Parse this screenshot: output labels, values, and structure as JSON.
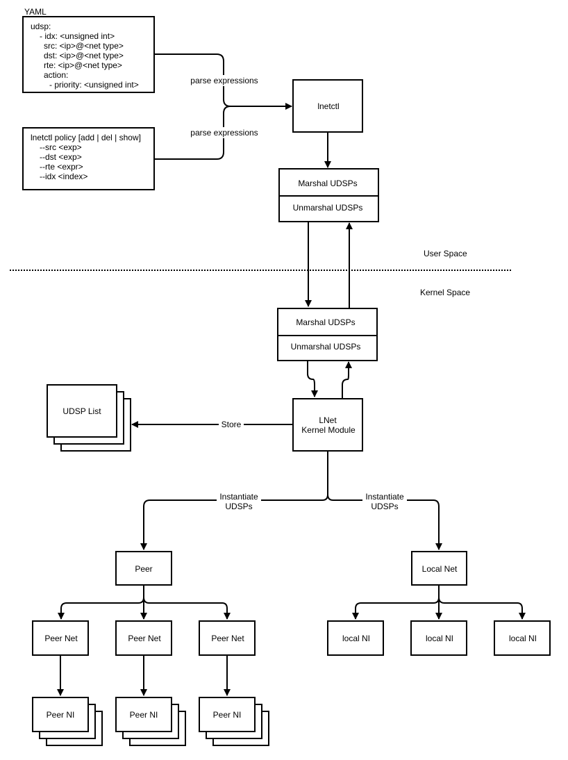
{
  "yaml": {
    "title": "YAML",
    "lines": [
      "udsp:",
      "- idx: <unsigned int>",
      "src: <ip>@<net type>",
      "dst: <ip>@<net type>",
      "rte: <ip>@<net type>",
      "action:",
      "- priority: <unsigned int>"
    ]
  },
  "cli": {
    "lines": [
      "lnetctl policy [add | del | show]",
      "--src <exp>",
      "--dst <exp>",
      "--rte <expr>",
      "--idx <index>"
    ]
  },
  "edge_labels": {
    "parse_top": "parse expressions",
    "parse_bottom": "parse expressions",
    "store": "Store",
    "instantiate_left": [
      "Instantiate",
      "UDSPs"
    ],
    "instantiate_right": [
      "Instantiate",
      "UDSPs"
    ]
  },
  "nodes": {
    "lnetctl": "lnetctl",
    "user_marshal": "Marshal UDSPs",
    "user_unmarshal": "Unmarshal UDSPs",
    "kernel_marshal": "Marshal UDSPs",
    "kernel_unmarshal": "Unmarshal UDSPs",
    "lnet_module": [
      "LNet",
      "Kernel Module"
    ],
    "udsp_list": "UDSP List",
    "peer": "Peer",
    "local_net": "Local Net",
    "peer_nets": [
      "Peer Net",
      "Peer Net",
      "Peer Net"
    ],
    "local_nis": [
      "local NI",
      "local NI",
      "local NI"
    ],
    "peer_nis": [
      "Peer NI",
      "Peer NI",
      "Peer NI"
    ]
  },
  "regions": {
    "user_space": "User Space",
    "kernel_space": "Kernel Space"
  }
}
